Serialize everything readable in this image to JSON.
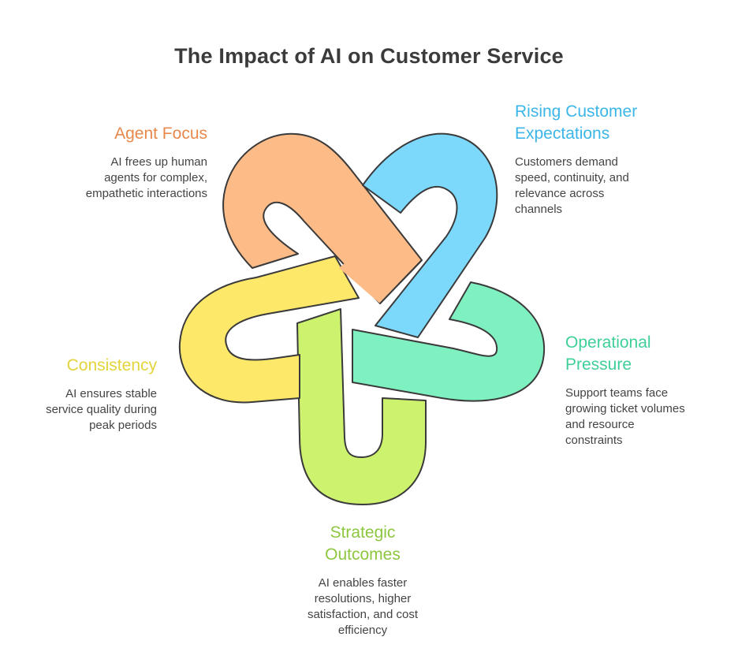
{
  "title": "The Impact of AI on Customer Service",
  "colors": {
    "agent_focus": "#e8884a",
    "rising_expectations": "#3cb6e8",
    "operational_pressure": "#3fcf98",
    "strategic_outcomes": "#8dc63f",
    "consistency": "#e3d43c",
    "fill_orange": "#fdbb87",
    "fill_blue": "#7dd9fc",
    "fill_green": "#7ff0c0",
    "fill_lime": "#cdf26e",
    "fill_yellow": "#fde86a",
    "outline": "#3a3a3a"
  },
  "items": {
    "agent_focus": {
      "heading": "Agent Focus",
      "desc": "AI frees up human\nagents for complex,\nempathetic interactions"
    },
    "rising_expectations": {
      "heading": "Rising Customer\nExpectations",
      "desc": "Customers demand\nspeed, continuity, and\nrelevance across\nchannels"
    },
    "operational_pressure": {
      "heading": "Operational\nPressure",
      "desc": "Support teams face\ngrowing ticket volumes\nand resource\nconstraints"
    },
    "strategic_outcomes": {
      "heading": "Strategic\nOutcomes",
      "desc": "AI enables faster\nresolutions, higher\nsatisfaction, and cost\nefficiency"
    },
    "consistency": {
      "heading": "Consistency",
      "desc": "AI ensures stable\nservice quality during\npeak periods"
    }
  }
}
